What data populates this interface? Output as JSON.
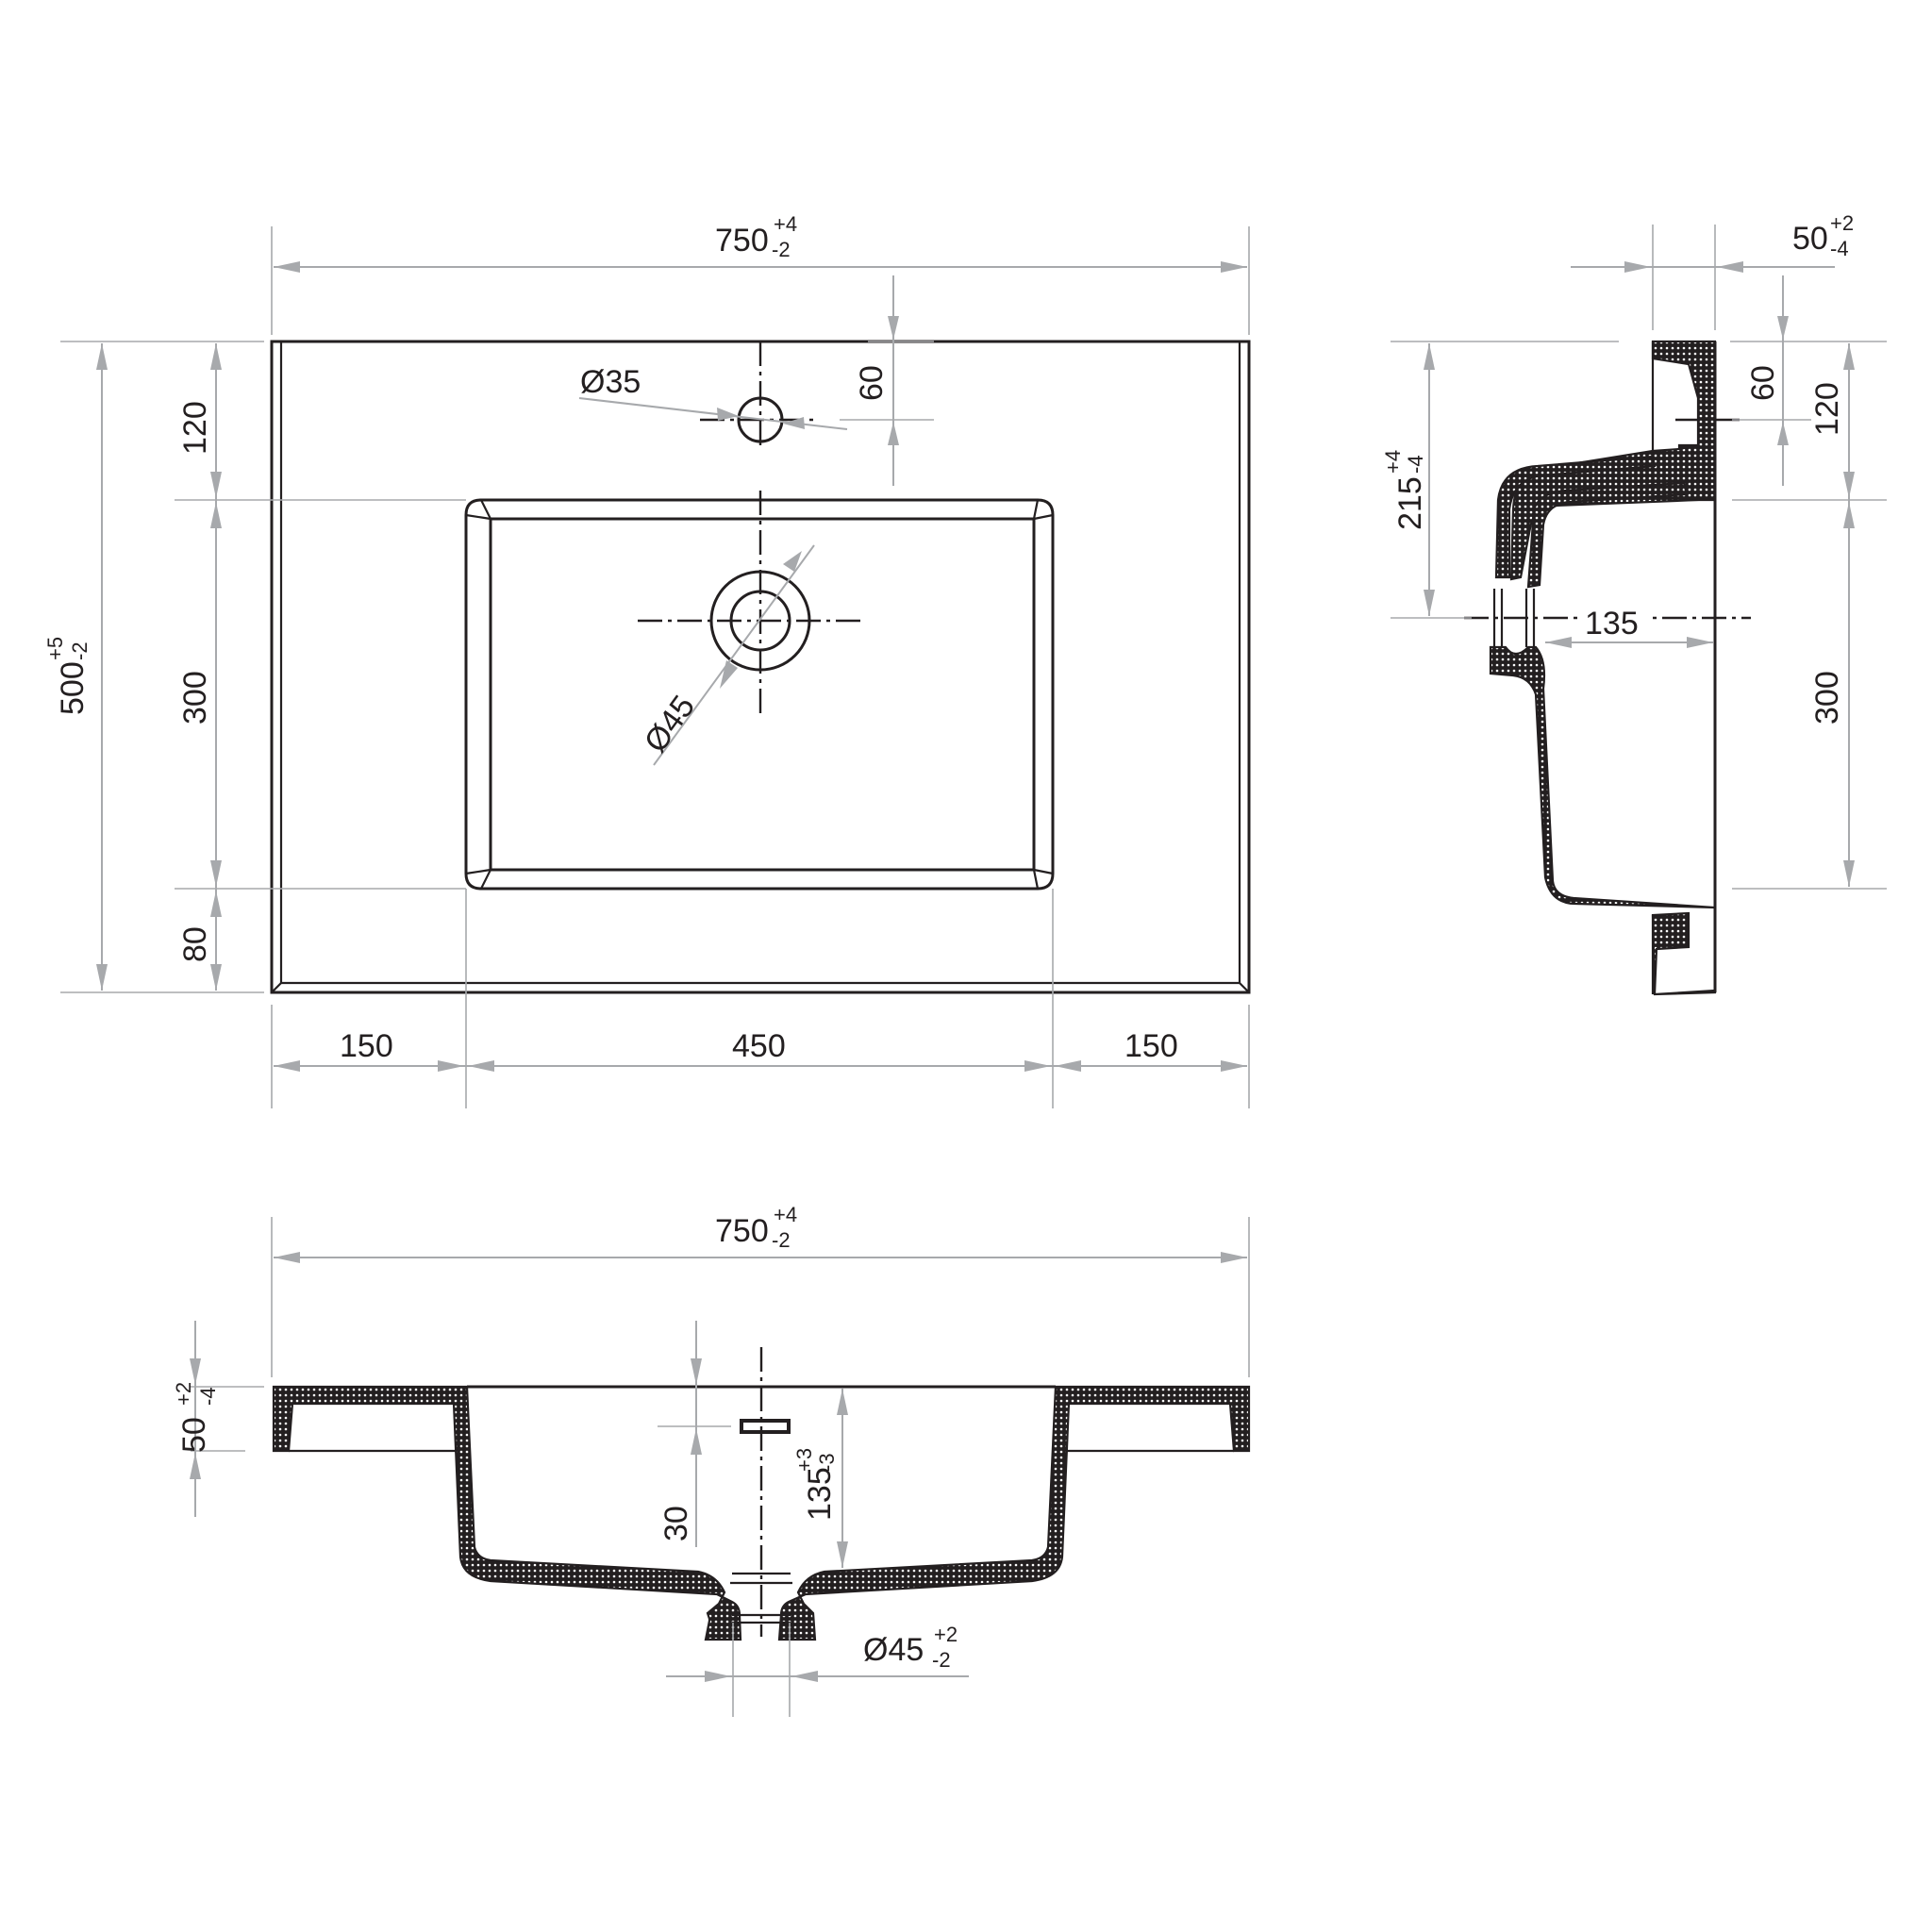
{
  "drawing": {
    "title": "Washbasin technical drawing",
    "colors": {
      "object_line": "#231f20",
      "dimension_line": "#a7a9ac",
      "background": "#ffffff"
    },
    "top_view": {
      "overall_width": {
        "value": "750",
        "tol_plus": "+4",
        "tol_minus": "-2"
      },
      "overall_depth": {
        "value": "500",
        "tol_plus": "+5",
        "tol_minus": "-2"
      },
      "depth_rear": "120",
      "depth_bowl": "300",
      "depth_front": "80",
      "width_left": "150",
      "width_bowl": "450",
      "width_right": "150",
      "tap_hole_diameter": "Ø35",
      "tap_hole_offset": "60",
      "drain_diameter": "Ø45"
    },
    "side_view": {
      "rim_thickness": {
        "value": "50",
        "tol_plus": "+2",
        "tol_minus": "-4"
      },
      "tap_hole_offset": "60",
      "rear_depth": "120",
      "overflow_height": {
        "value": "215",
        "tol_plus": "+4",
        "tol_minus": "-4"
      },
      "drain_distance": "135",
      "bowl_depth": "300"
    },
    "front_section": {
      "overall_width": {
        "value": "750",
        "tol_plus": "+4",
        "tol_minus": "-2"
      },
      "rim_thickness": {
        "value": "50",
        "tol_plus": "+2",
        "tol_minus": "-4"
      },
      "overflow_offset": "30",
      "bowl_depth": {
        "value": "135",
        "tol_plus": "+3",
        "tol_minus": "-3"
      },
      "drain_diameter": {
        "value": "Ø45",
        "tol_plus": "+2",
        "tol_minus": "-2"
      }
    }
  }
}
